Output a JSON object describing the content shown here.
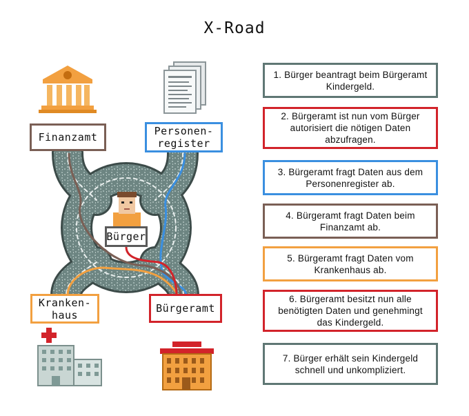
{
  "title": "X-Road",
  "nodes": {
    "finanzamt": "Finanzamt",
    "personenregister": "Personen-\nregister",
    "buerger": "Bürger",
    "krankenhaus": "Kranken-\nhaus",
    "buergeramt": "Bürgeramt"
  },
  "steps": [
    {
      "text": "1. Bürger beantragt beim Bürgeramt  Kindergeld.",
      "color": "#5f7774"
    },
    {
      "text": "2. Bürgeramt ist nun vom Bürger autorisiert die nötigen Daten abzufragen.",
      "color": "#d2232a"
    },
    {
      "text": "3. Bürgeramt fragt Daten aus dem Personenregister ab.",
      "color": "#3a8fe0"
    },
    {
      "text": "4. Bürgeramt fragt Daten beim Finanzamt ab.",
      "color": "#7a5f55"
    },
    {
      "text": "5. Bürgeramt fragt Daten vom Krankenhaus ab.",
      "color": "#f2a040"
    },
    {
      "text": "6. Bürgeramt besitzt nun alle benötigten Daten und genehmingt das Kindergeld.",
      "color": "#d2232a"
    },
    {
      "text": "7. Bürger erhält sein Kindergeld schnell und unkompliziert.",
      "color": "#5f7774"
    }
  ],
  "colors": {
    "road": "#6d8582",
    "road_light": "#9fb3b0",
    "finanzamt": "#7a5f55",
    "personenregister": "#3a8fe0",
    "krankenhaus": "#f2a040",
    "buergeramt": "#d2232a",
    "buerger": "#5a5a5a"
  },
  "icons": {
    "finanzamt": "bank-building-icon",
    "personenregister": "documents-icon",
    "buerger": "citizen-avatar-icon",
    "krankenhaus": "hospital-icon",
    "buergeramt": "office-building-icon"
  }
}
